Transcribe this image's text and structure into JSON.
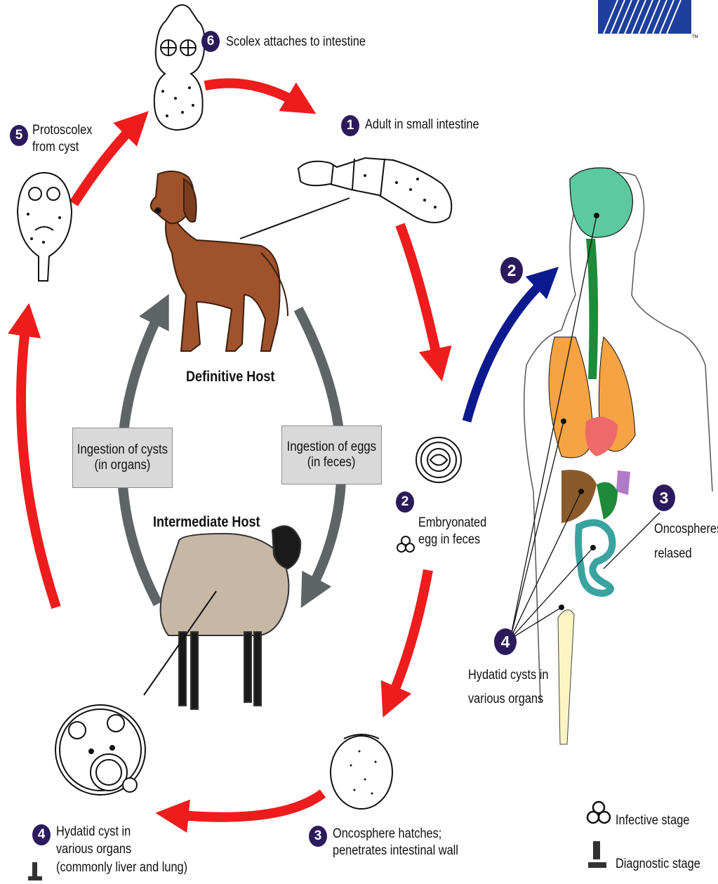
{
  "stages": {
    "s6": {
      "num": "6",
      "text": "Scolex attaches to intestine"
    },
    "s1": {
      "num": "1",
      "text": "Adult in small intestine"
    },
    "s5": {
      "num": "5",
      "line1": "Protoscolex",
      "line2": "from cyst"
    },
    "s2": {
      "num": "2",
      "line1": "Embryonated",
      "line2": "egg in feces"
    },
    "s3": {
      "num": "3",
      "line1": "Oncosphere hatches;",
      "line2": "penetrates intestinal wall"
    },
    "s4": {
      "num": "4",
      "line1": "Hydatid cyst in",
      "line2": "various organs",
      "line3": "(commonly liver and lung)"
    }
  },
  "hosts": {
    "definitive": "Definitive Host",
    "intermediate": "Intermediate Host"
  },
  "boxes": {
    "cysts": {
      "line1": "Ingestion of cysts",
      "line2": "(in organs)"
    },
    "eggs": {
      "line1": "Ingestion of eggs",
      "line2": "(in feces)"
    }
  },
  "human": {
    "num2": "2",
    "num3": "3",
    "num4": "4",
    "oncospheres": {
      "line1": "Oncospheres",
      "line2": "relased"
    },
    "cysts": {
      "line1": "Hydatid cysts in",
      "line2": "various organs"
    }
  },
  "legend": {
    "infective": "Infective stage",
    "diagnostic": "Diagnostic stage"
  },
  "logo": {
    "mark": "TM"
  },
  "colors": {
    "red_arrow": "#ee1c1c",
    "gray_arrow": "#5f6466",
    "blue_arrow": "#0d1a8f",
    "badge": "#2b1a5c",
    "dog": "#a0522d",
    "sheep_wool": "#c7b8a6",
    "lungs": "#f6a343",
    "brain": "#5cc9a0",
    "liver": "#8b5a2b",
    "intestine": "#3aa3a0",
    "heart": "#ee6a6a",
    "logo_blue": "#1e3f9c"
  }
}
